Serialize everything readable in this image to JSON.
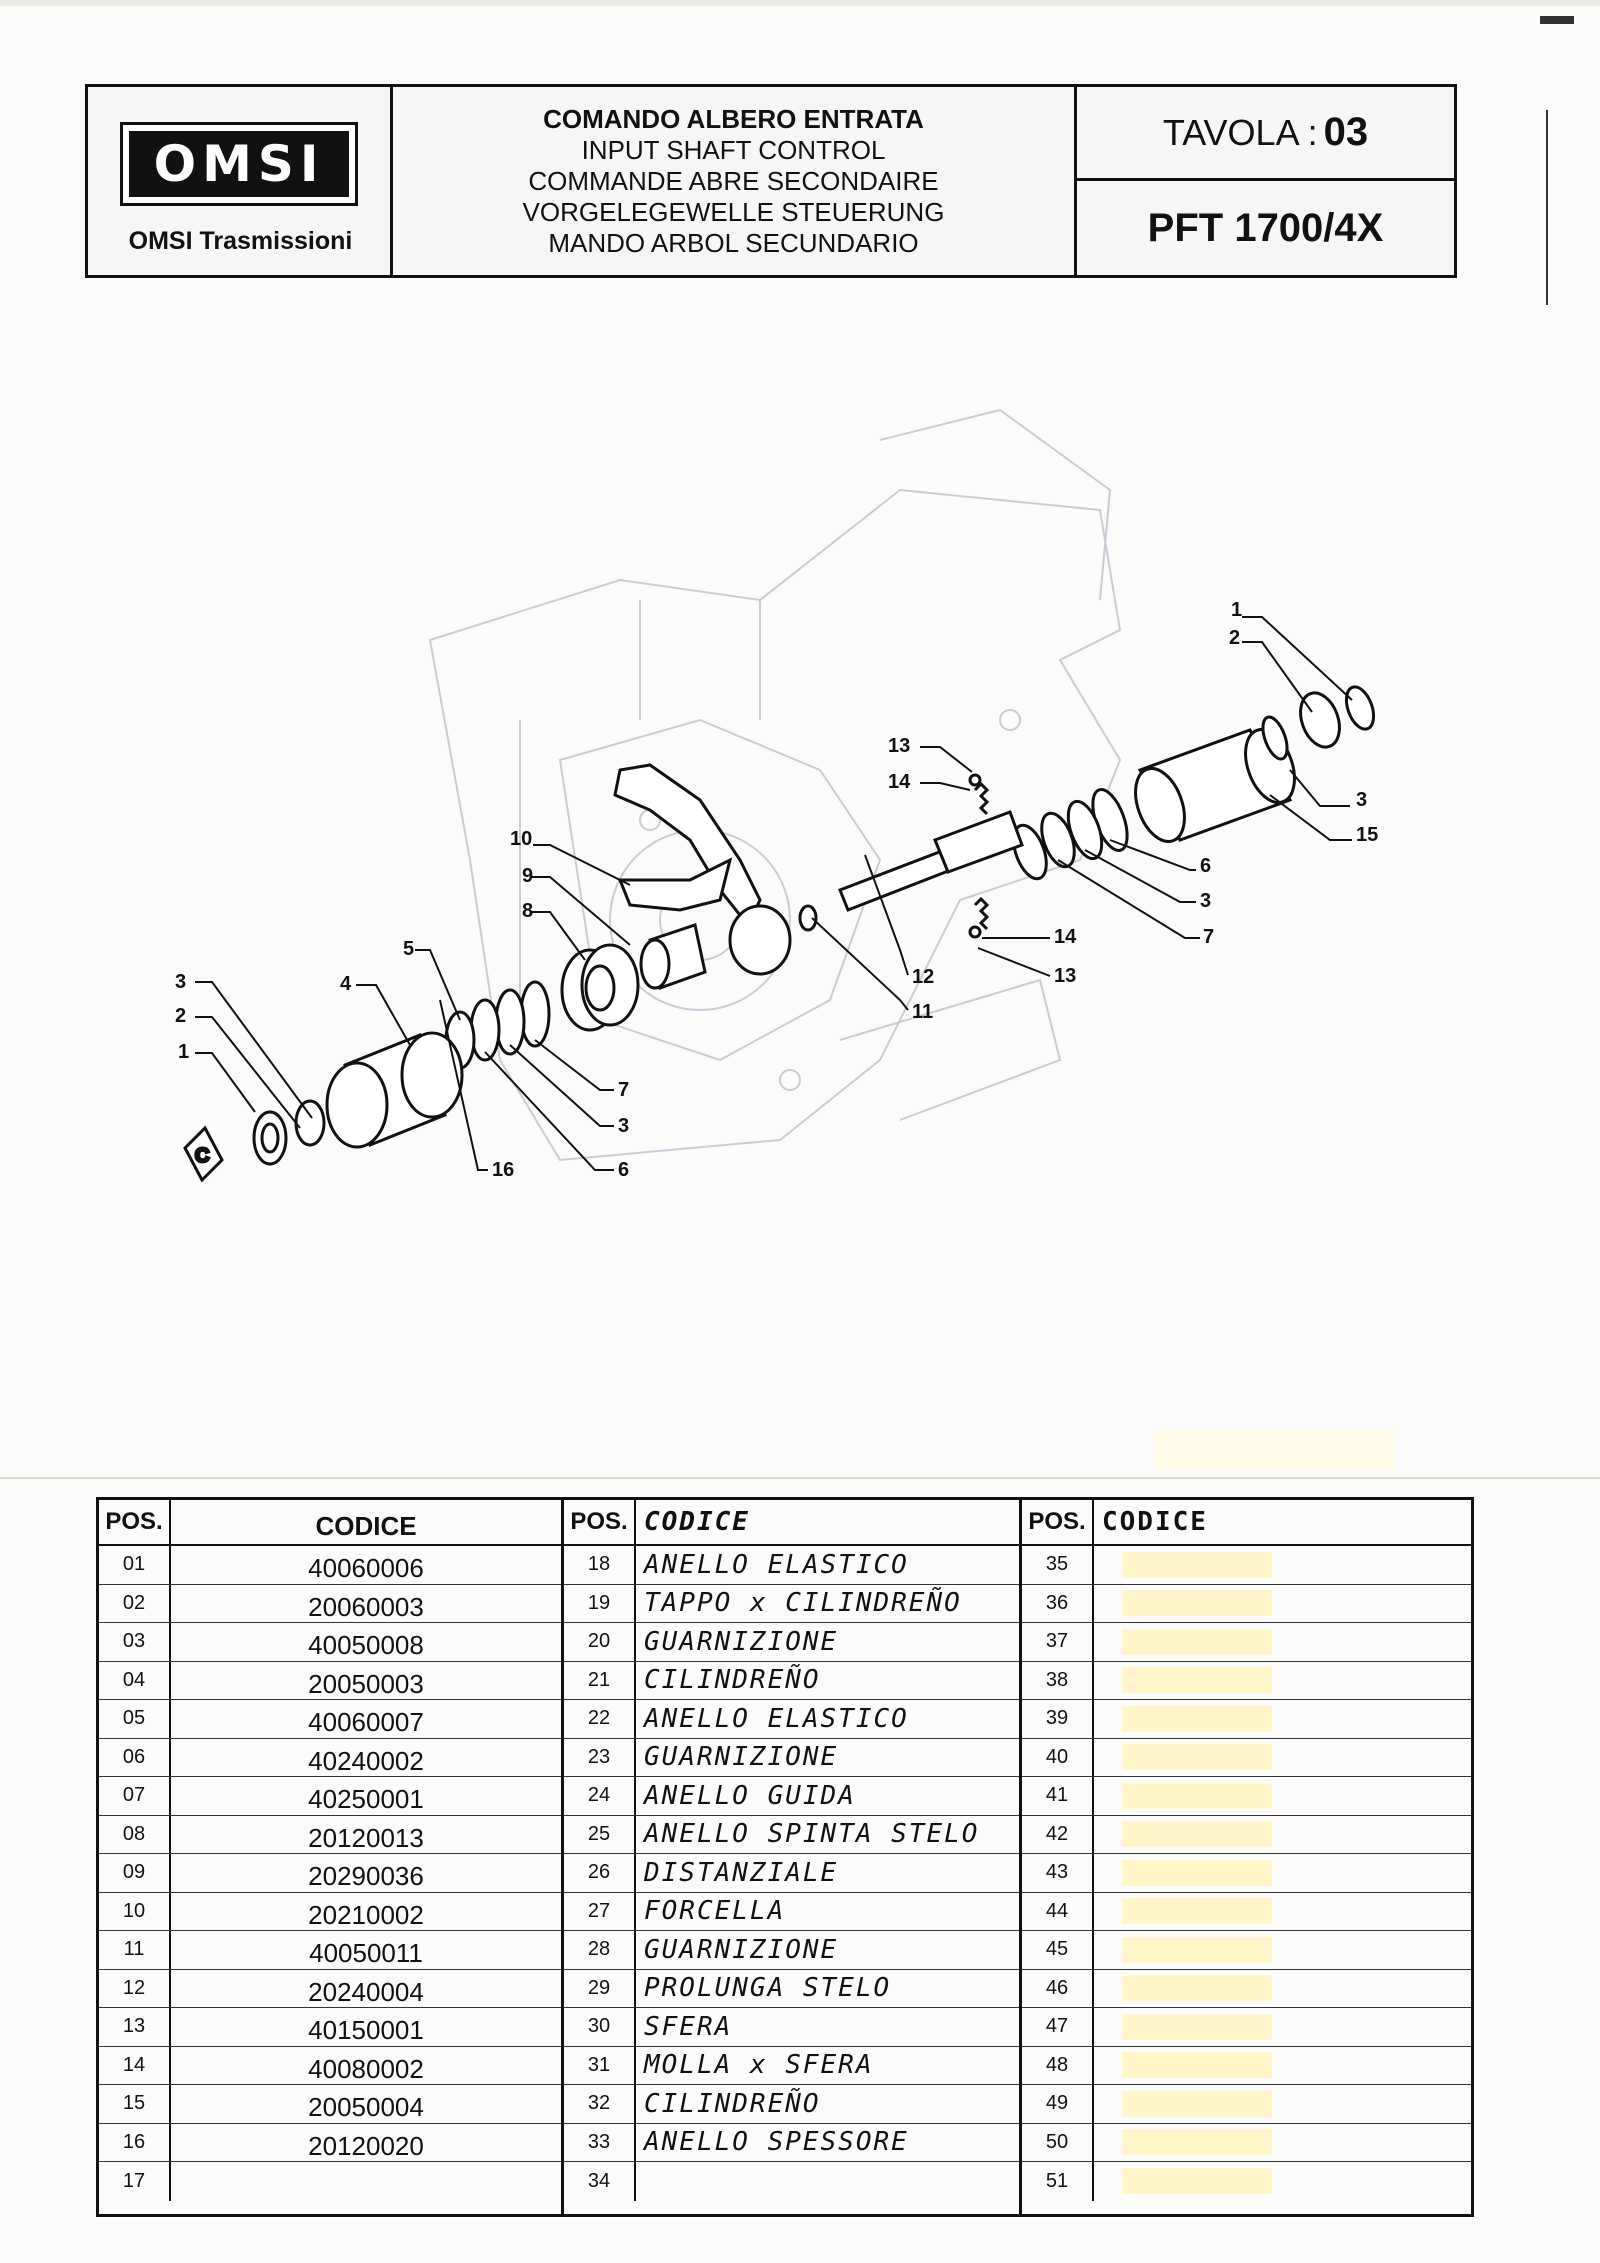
{
  "header": {
    "logo_text": "OMSI",
    "brand": "OMSI Trasmissioni",
    "titles": [
      "COMANDO ALBERO ENTRATA",
      "INPUT SHAFT CONTROL",
      "COMMANDE ABRE SECONDAIRE",
      "VORGELEGEWELLE STEUERUNG",
      "MANDO ARBOL SECUNDARIO"
    ],
    "tavola_label": "TAVOLA :",
    "tavola_number": "03",
    "model": "PFT 1700/4X"
  },
  "diagram": {
    "callouts": [
      "1",
      "2",
      "3",
      "4",
      "5",
      "6",
      "7",
      "8",
      "9",
      "10",
      "11",
      "12",
      "13",
      "14",
      "15",
      "16"
    ],
    "colors": {
      "line": "#111111",
      "ghost_background": "#c9ccd6"
    }
  },
  "table": {
    "pos_header": "POS.",
    "code_header": "CODICE",
    "columns": [
      {
        "rows": [
          {
            "pos": "01",
            "code": "40060006"
          },
          {
            "pos": "02",
            "code": "20060003"
          },
          {
            "pos": "03",
            "code": "40050008"
          },
          {
            "pos": "04",
            "code": "20050003"
          },
          {
            "pos": "05",
            "code": "40060007"
          },
          {
            "pos": "06",
            "code": "40240002"
          },
          {
            "pos": "07",
            "code": "40250001"
          },
          {
            "pos": "08",
            "code": "20120013"
          },
          {
            "pos": "09",
            "code": "20290036"
          },
          {
            "pos": "10",
            "code": "20210002"
          },
          {
            "pos": "11",
            "code": "40050011"
          },
          {
            "pos": "12",
            "code": "20240004"
          },
          {
            "pos": "13",
            "code": "40150001"
          },
          {
            "pos": "14",
            "code": "40080002"
          },
          {
            "pos": "15",
            "code": "20050004"
          },
          {
            "pos": "16",
            "code": "20120020"
          },
          {
            "pos": "17",
            "code": ""
          }
        ]
      },
      {
        "rows": [
          {
            "pos": "18",
            "code": "ANELLO ELASTICO"
          },
          {
            "pos": "19",
            "code": "TAPPO x CILINDREÑO"
          },
          {
            "pos": "20",
            "code": "GUARNIZIONE"
          },
          {
            "pos": "21",
            "code": "CILINDREÑO"
          },
          {
            "pos": "22",
            "code": "ANELLO ELASTICO"
          },
          {
            "pos": "23",
            "code": "GUARNIZIONE"
          },
          {
            "pos": "24",
            "code": "ANELLO GUIDA"
          },
          {
            "pos": "25",
            "code": "ANELLO SPINTA STELO"
          },
          {
            "pos": "26",
            "code": "DISTANZIALE"
          },
          {
            "pos": "27",
            "code": "FORCELLA"
          },
          {
            "pos": "28",
            "code": "GUARNIZIONE"
          },
          {
            "pos": "29",
            "code": "PROLUNGA STELO"
          },
          {
            "pos": "30",
            "code": "SFERA"
          },
          {
            "pos": "31",
            "code": "MOLLA x SFERA"
          },
          {
            "pos": "32",
            "code": "CILINDREÑO"
          },
          {
            "pos": "33",
            "code": "ANELLO SPESSORE"
          },
          {
            "pos": "34",
            "code": ""
          }
        ]
      },
      {
        "rows": [
          {
            "pos": "35",
            "code": ""
          },
          {
            "pos": "36",
            "code": ""
          },
          {
            "pos": "37",
            "code": ""
          },
          {
            "pos": "38",
            "code": ""
          },
          {
            "pos": "39",
            "code": ""
          },
          {
            "pos": "40",
            "code": ""
          },
          {
            "pos": "41",
            "code": ""
          },
          {
            "pos": "42",
            "code": ""
          },
          {
            "pos": "43",
            "code": ""
          },
          {
            "pos": "44",
            "code": ""
          },
          {
            "pos": "45",
            "code": ""
          },
          {
            "pos": "46",
            "code": ""
          },
          {
            "pos": "47",
            "code": ""
          },
          {
            "pos": "48",
            "code": ""
          },
          {
            "pos": "49",
            "code": ""
          },
          {
            "pos": "50",
            "code": ""
          },
          {
            "pos": "51",
            "code": ""
          }
        ]
      }
    ]
  }
}
